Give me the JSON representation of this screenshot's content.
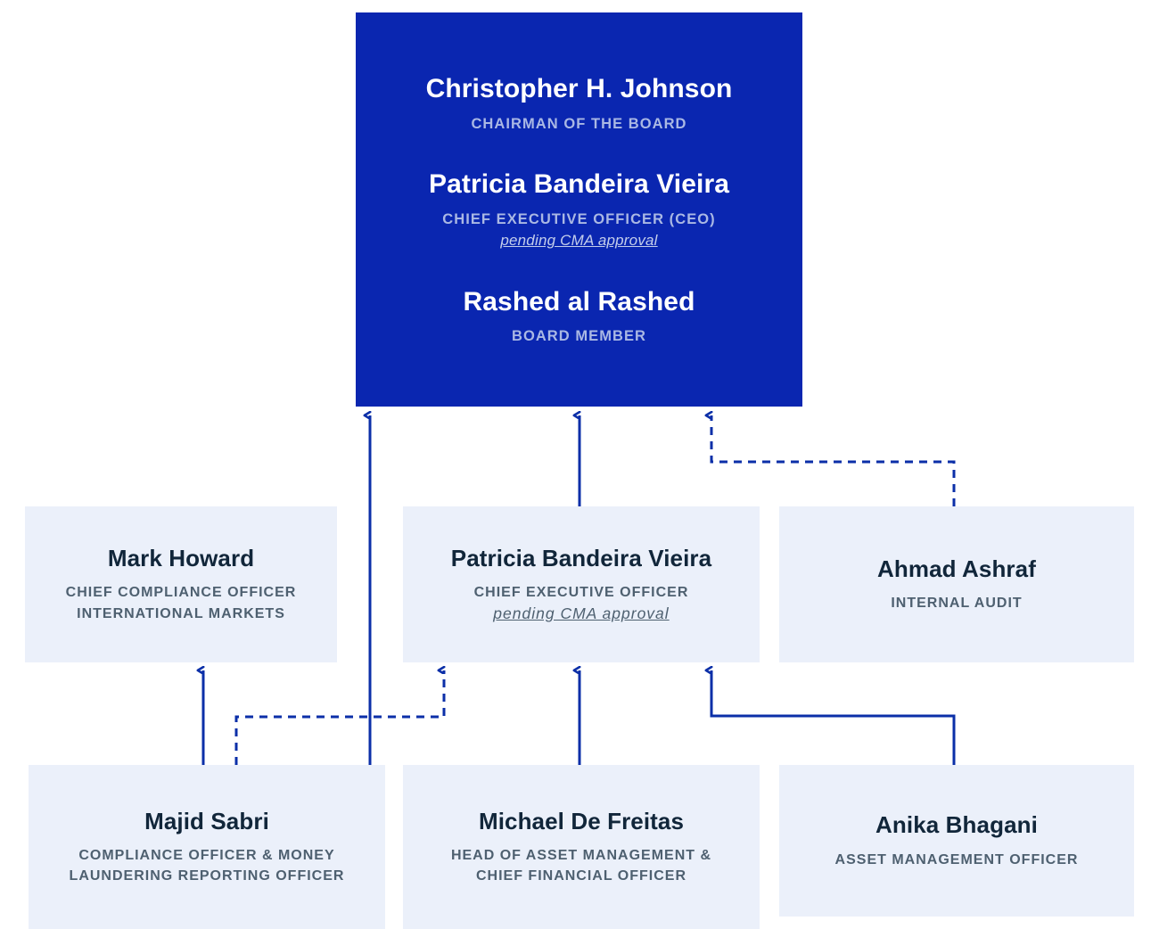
{
  "theme": {
    "board_box_bg": "#0a26b0",
    "node_bg": "#ebf0fa",
    "connector_color": "#0b2fa8",
    "name_color": "#11263a",
    "role_color": "#4e6070",
    "board_name_color": "#ffffff",
    "board_role_color": "#aab8e4"
  },
  "board": {
    "members": [
      {
        "name": "Christopher H. Johnson",
        "role": "CHAIRMAN OF THE BOARD",
        "note": ""
      },
      {
        "name": "Patricia Bandeira Vieira",
        "role": "CHIEF EXECUTIVE OFFICER (CEO)",
        "note": "pending CMA approval"
      },
      {
        "name": "Rashed al Rashed",
        "role": "BOARD MEMBER",
        "note": ""
      }
    ]
  },
  "nodes": {
    "mark_howard": {
      "name": "Mark Howard",
      "role_line1": "CHIEF COMPLIANCE OFFICER",
      "role_line2": "INTERNATIONAL MARKETS"
    },
    "patricia_ceo": {
      "name": "Patricia Bandeira Vieira",
      "role_line1": "CHIEF EXECUTIVE OFFICER",
      "note": "pending CMA approval"
    },
    "ahmad_ashraf": {
      "name": "Ahmad Ashraf",
      "role_line1": "INTERNAL AUDIT"
    },
    "majid_sabri": {
      "name": "Majid Sabri",
      "role_line1": "COMPLIANCE OFFICER & MONEY",
      "role_line2": "LAUNDERING REPORTING OFFICER"
    },
    "michael_defreitas": {
      "name": "Michael De Freitas",
      "role_line1": "HEAD OF ASSET MANAGEMENT &",
      "role_line2": "CHIEF FINANCIAL OFFICER"
    },
    "anika_bhagani": {
      "name": "Anika Bhagani",
      "role_line1": "ASSET MANAGEMENT OFFICER"
    }
  },
  "connectors": [
    {
      "id": "majid-to-board",
      "style": "solid",
      "from": "majid_sabri",
      "to": "board"
    },
    {
      "id": "patricia-to-board",
      "style": "solid",
      "from": "patricia_ceo",
      "to": "board"
    },
    {
      "id": "ahmad-to-board",
      "style": "dashed",
      "from": "ahmad_ashraf",
      "to": "board"
    },
    {
      "id": "majid-to-mark",
      "style": "solid",
      "from": "majid_sabri",
      "to": "mark_howard"
    },
    {
      "id": "majid-to-patricia",
      "style": "dashed",
      "from": "majid_sabri",
      "to": "patricia_ceo"
    },
    {
      "id": "michael-to-patricia",
      "style": "solid",
      "from": "michael_defreitas",
      "to": "patricia_ceo"
    },
    {
      "id": "anika-to-ahmad",
      "style": "solid",
      "from": "anika_bhagani",
      "to": "ahmad_ashraf"
    }
  ]
}
